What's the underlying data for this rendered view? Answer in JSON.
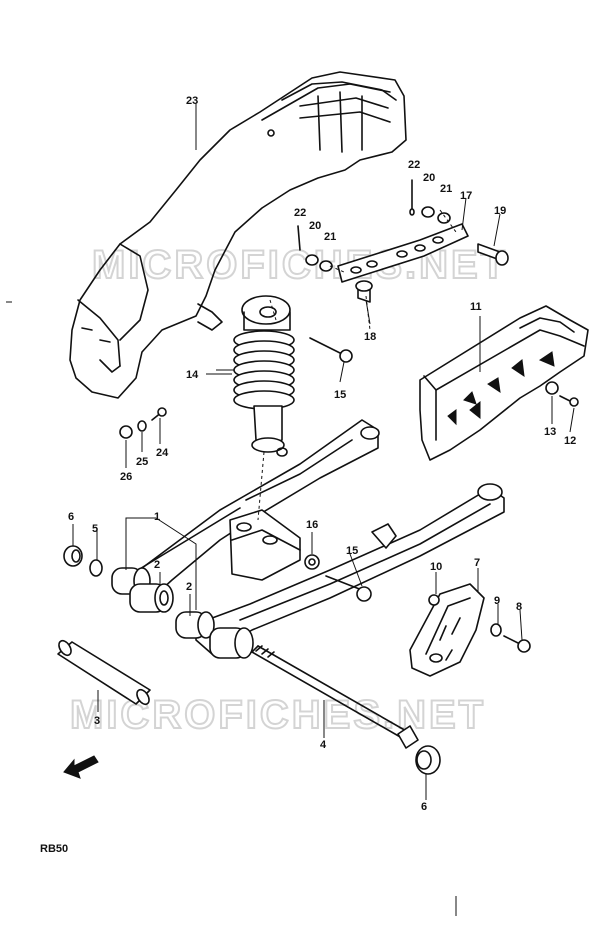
{
  "watermark_text": "MICROFICHES.NET",
  "diagram_code": "RB50",
  "callouts": {
    "c1": "1",
    "c2a": "2",
    "c2b": "2",
    "c3": "3",
    "c4": "4",
    "c5": "5",
    "c6a": "6",
    "c6b": "6",
    "c7": "7",
    "c8": "8",
    "c9": "9",
    "c10": "10",
    "c11": "11",
    "c12": "12",
    "c13": "13",
    "c14": "14",
    "c15a": "15",
    "c15b": "15",
    "c16": "16",
    "c17": "17",
    "c18": "18",
    "c19": "19",
    "c20a": "20",
    "c20b": "20",
    "c21a": "21",
    "c21b": "21",
    "c22a": "22",
    "c22b": "22",
    "c23": "23",
    "c24": "24",
    "c25": "25",
    "c26": "26"
  }
}
